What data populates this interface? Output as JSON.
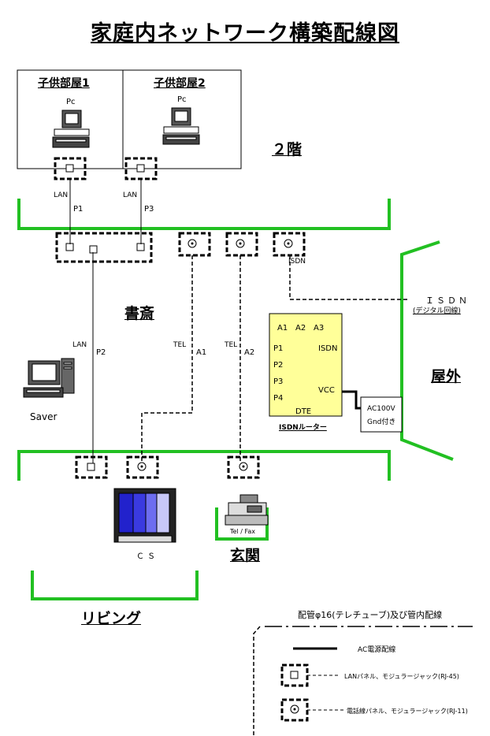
{
  "title": "家庭内ネットワーク構築配線図",
  "rooms": {
    "child1": "子供部屋1",
    "child2": "子供部屋2",
    "floor2": "２階",
    "study": "書斎",
    "outdoor": "屋外",
    "entrance": "玄関",
    "living": "リビング"
  },
  "labels": {
    "pc1": "Pc",
    "pc2": "Pc",
    "lan_p1": "LAN",
    "p1": "P1",
    "lan_p3": "LAN",
    "p3": "P3",
    "lan_p2": "LAN",
    "p2": "P2",
    "tel_a1": "TEL",
    "a1": "A1",
    "tel_a2": "TEL",
    "a2": "A2",
    "isdn_small": "ISDN",
    "isdn_line": "ＩＳＤＮ",
    "isdn_line_sub": "(デジタル回線)",
    "server": "Saver",
    "cs": "ＣＳ",
    "telfax": "Tel / Fax",
    "ac100v": "AC100V",
    "gnd": "Gnd付き"
  },
  "router": {
    "a1": "A1",
    "a2": "A2",
    "a3": "A3",
    "p1": "P1",
    "p2": "P2",
    "p3": "P3",
    "p4": "P4",
    "isdn": "ISDN",
    "vcc": "VCC",
    "dte": "DTE",
    "name": "ISDNルーター"
  },
  "legend": {
    "conduit": "配管φ16(テレチューブ)及び管内配線",
    "ac": "AC電源配線",
    "lan": "LANパネル、モジュラージャック(RJ-45)",
    "tel": "電話線パネル、モジュラージャック(RJ-11)"
  },
  "colors": {
    "wall": "#22c022",
    "router": "#ffff99"
  }
}
